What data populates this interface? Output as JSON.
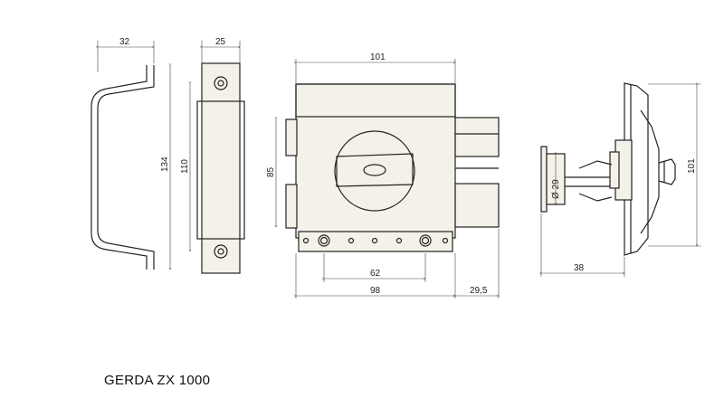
{
  "title": "GERDA ZX 1000",
  "dimensions": {
    "handle_width": "32",
    "bar_width": "25",
    "handle_height": "134",
    "bar_height": "110",
    "lock_width": "101",
    "lock_height": "85",
    "hole_spacing": "62",
    "base_width": "98",
    "offset": "29,5",
    "cylinder_diameter": "Ø 29",
    "side_height": "101",
    "side_depth": "38"
  }
}
